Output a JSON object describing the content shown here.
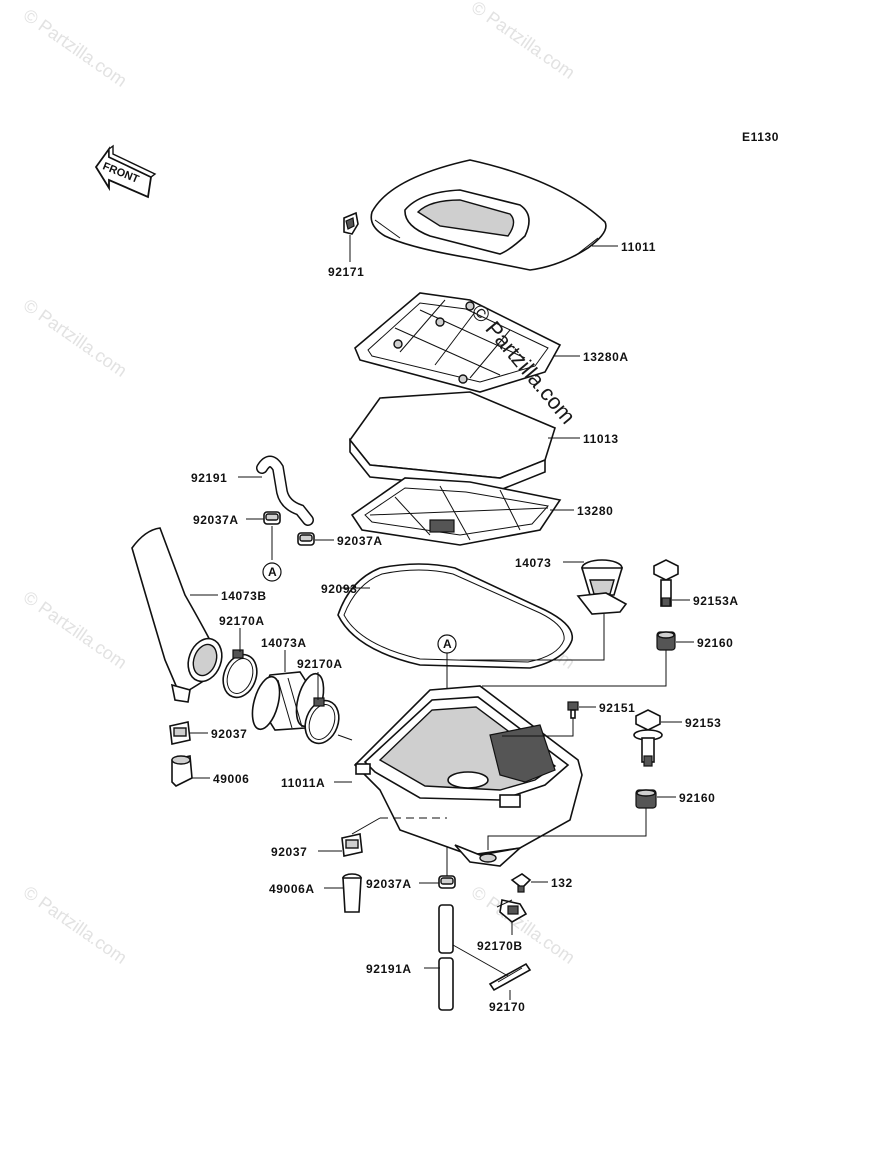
{
  "diagram": {
    "code": "E1130",
    "front_label": "FRONT",
    "callout_letter": "A",
    "watermark_text": "© Partzilla.com",
    "watermark_overlay": "© Partzilla.com",
    "parts": {
      "p11011": "11011",
      "p92171": "92171",
      "p13280A": "13280A",
      "p11013": "11013",
      "p92191": "92191",
      "p92037A_1": "92037A",
      "p92037A_2": "92037A",
      "p13280": "13280",
      "p14073": "14073",
      "p14073B": "14073B",
      "p92093": "92093",
      "p92153A": "92153A",
      "p92160_1": "92160",
      "p92170A_1": "92170A",
      "p14073A": "14073A",
      "p92170A_2": "92170A",
      "p92151": "92151",
      "p92153": "92153",
      "p92037_1": "92037",
      "p49006": "49006",
      "p11011A": "11011A",
      "p92160_2": "92160",
      "p92037_2": "92037",
      "p49006A": "49006A",
      "p92037A_3": "92037A",
      "p132": "132",
      "p92170B": "92170B",
      "p92191A": "92191A",
      "p92170": "92170"
    }
  }
}
